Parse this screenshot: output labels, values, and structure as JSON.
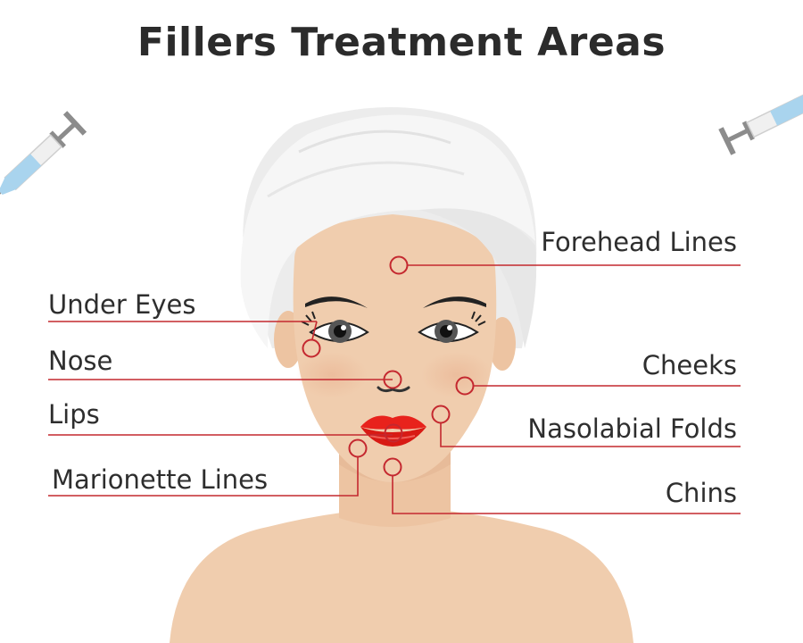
{
  "title": "Fillers Treatment Areas",
  "colors": {
    "leader_line": "#c4282f",
    "skin": "#f0cdae",
    "towel": "#f4f4f4",
    "lips": "#e8221c",
    "syringe_fluid": "#a9d4ee"
  },
  "areas": {
    "forehead": "Forehead Lines",
    "under_eyes": "Under Eyes",
    "nose": "Nose",
    "cheeks": "Cheeks",
    "lips": "Lips",
    "nasolabial": "Nasolabial Folds",
    "marionette": "Marionette Lines",
    "chins": "Chins"
  }
}
